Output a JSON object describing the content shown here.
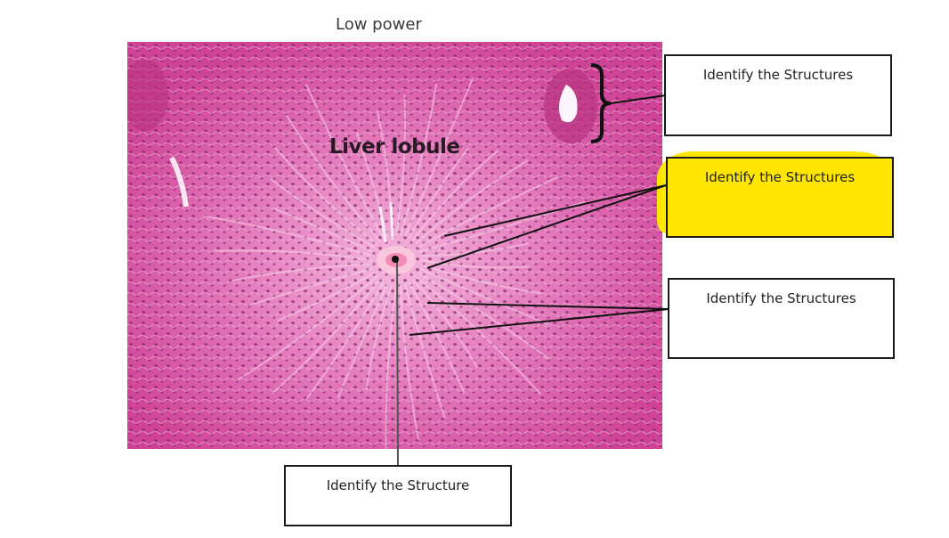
{
  "figure": {
    "heading": "Low power",
    "lobule_label": "Liver lobule",
    "colors": {
      "tissue_base": "#d24b9b",
      "tissue_light": "#ef9fcf",
      "nuclei": "#8a1f6a",
      "highlight": "#ffe600",
      "leader_line": "#111111"
    }
  },
  "labels": {
    "top_right": "Identify the Structures",
    "middle_right": "Identify the Structures",
    "lower_right": "Identify the Structures",
    "bottom": "Identify the Structure"
  }
}
